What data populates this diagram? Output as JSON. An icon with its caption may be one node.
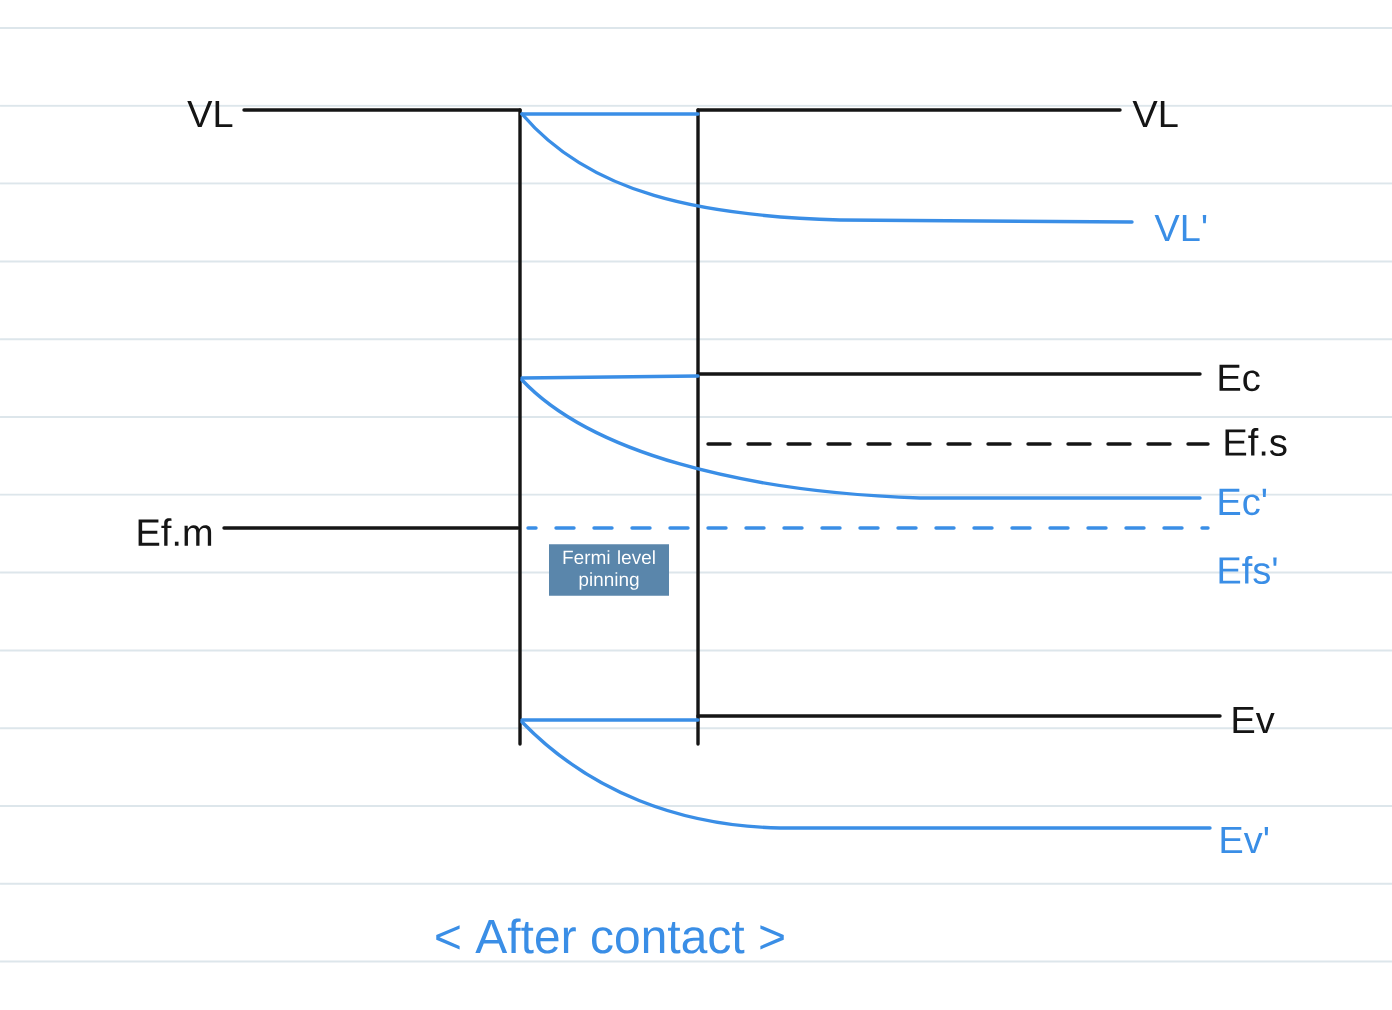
{
  "diagram": {
    "caption": "< After contact >",
    "nodes": [
      {
        "text": [
          "Fermi level pinning"
        ]
      }
    ],
    "labels": [
      "VL",
      "VL",
      "VL'",
      "Ec",
      "Ef.s",
      "Ec'",
      "Ef.m",
      "Efs'",
      "Ev",
      "Ev'"
    ]
  }
}
